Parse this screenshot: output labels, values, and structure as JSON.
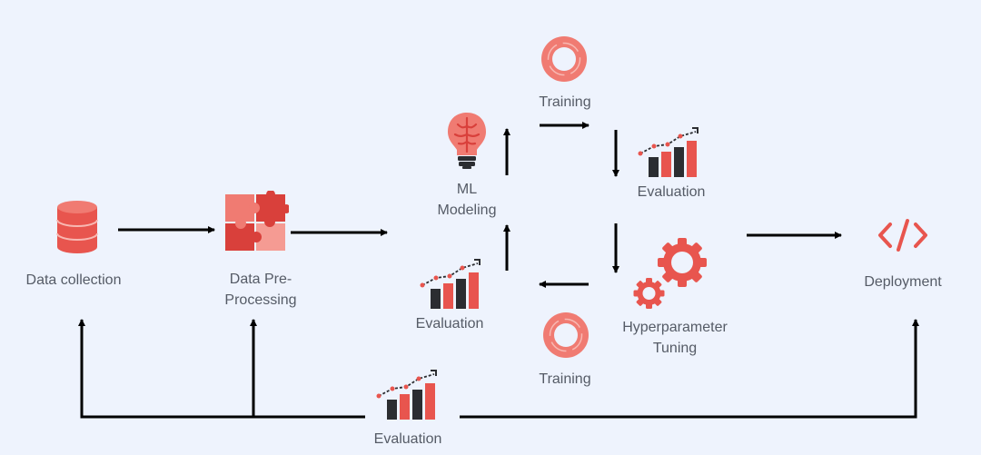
{
  "colors": {
    "background": "#eef3fd",
    "accent": "#e8554e",
    "accent_light": "#f59b93",
    "accent_mid": "#f07b72",
    "dark": "#2b2d31",
    "arrow": "#000000",
    "label": "#555b66"
  },
  "stages": {
    "data_collection": {
      "label": "Data collection",
      "icon": "database-icon"
    },
    "preprocessing": {
      "label": "Data Pre-\nProcessing",
      "icon": "puzzle-icon"
    },
    "ml_modeling": {
      "label": "ML\nModeling",
      "icon": "brain-bulb-icon"
    },
    "training_top": {
      "label": "Training",
      "icon": "training-ring-icon"
    },
    "evaluation_top": {
      "label": "Evaluation",
      "icon": "bar-chart-icon"
    },
    "hyperparameter_tuning": {
      "label": "Hyperparameter\nTuning",
      "icon": "gears-icon"
    },
    "training_bottom": {
      "label": "Training",
      "icon": "training-ring-icon"
    },
    "evaluation_left": {
      "label": "Evaluation",
      "icon": "bar-chart-icon"
    },
    "evaluation_bottom": {
      "label": "Evaluation",
      "icon": "bar-chart-icon"
    },
    "deployment": {
      "label": "Deployment",
      "icon": "code-icon"
    }
  },
  "connections": [
    {
      "from": "data_collection",
      "to": "preprocessing"
    },
    {
      "from": "preprocessing",
      "to": "ml_modeling"
    },
    {
      "from": "ml_modeling",
      "to": "training_top"
    },
    {
      "from": "training_top",
      "to": "evaluation_top"
    },
    {
      "from": "evaluation_top",
      "to": "hyperparameter_tuning"
    },
    {
      "from": "hyperparameter_tuning",
      "to": "evaluation_left"
    },
    {
      "from": "evaluation_left",
      "to": "ml_modeling"
    },
    {
      "from": "evaluation_top",
      "to": "deployment"
    },
    {
      "from": "evaluation_bottom",
      "to": "data_collection"
    },
    {
      "from": "evaluation_bottom",
      "to": "preprocessing"
    },
    {
      "from": "evaluation_bottom",
      "to": "deployment"
    }
  ]
}
